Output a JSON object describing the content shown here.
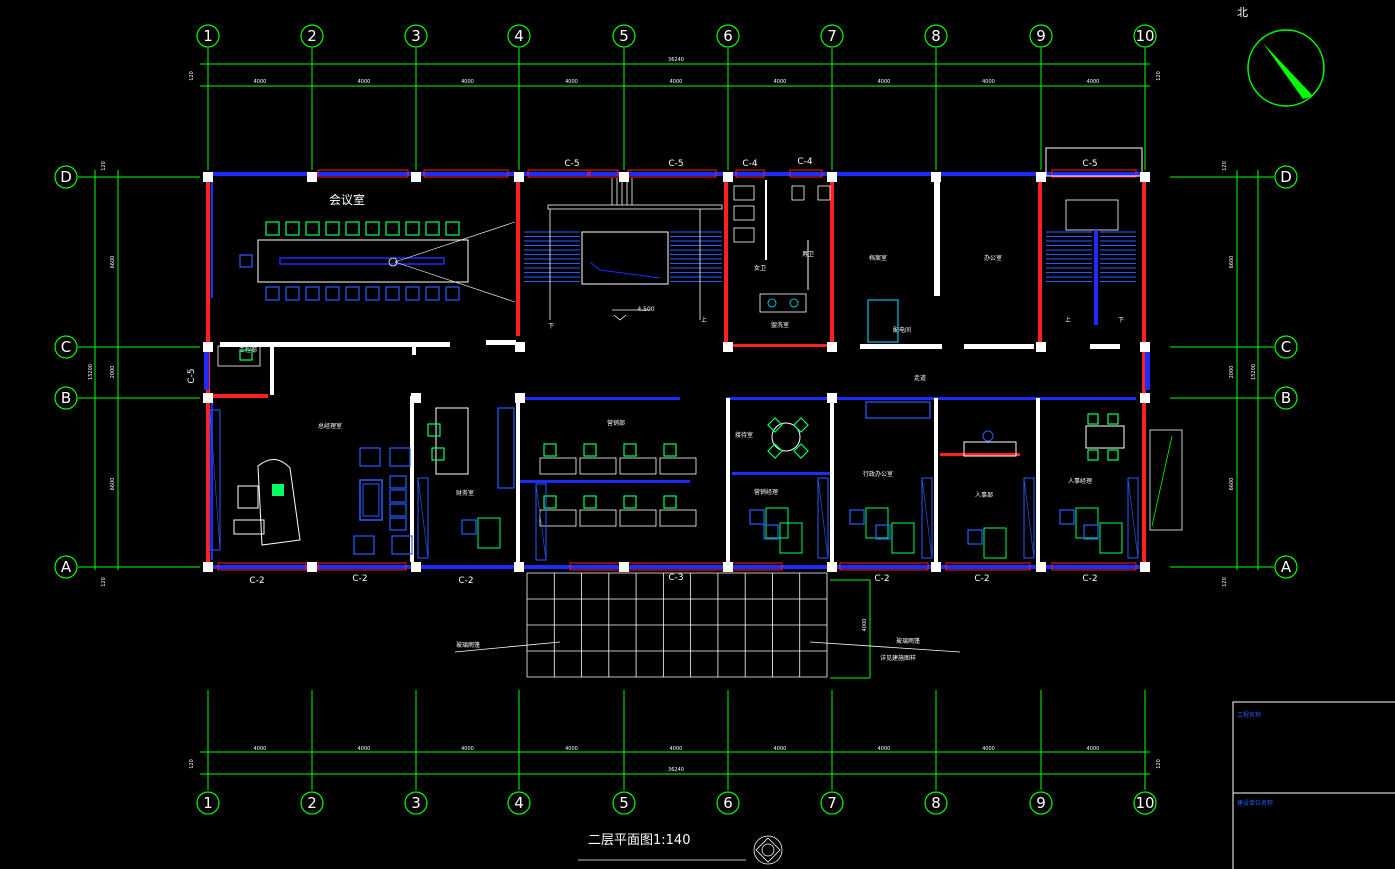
{
  "colors": {
    "background": "#000000",
    "axis_green": "#00ff00",
    "wall_blue": "#1f2cff",
    "frame_red": "#ff2020",
    "furniture_green": "#00ff66",
    "white": "#ffffff",
    "cyan": "#00e5ff"
  },
  "north_label": "北",
  "grid_columns": [
    "1",
    "2",
    "3",
    "4",
    "5",
    "6",
    "7",
    "8",
    "9",
    "10"
  ],
  "grid_rows": [
    "D",
    "C",
    "B",
    "A"
  ],
  "top_dims": {
    "overall": "36240",
    "edge": "120",
    "bays": [
      "4000",
      "4000",
      "4000",
      "4000",
      "4000",
      "4000",
      "4000",
      "4000",
      "4000"
    ]
  },
  "bottom_dims": {
    "overall": "36240",
    "edge": "120",
    "bays": [
      "4000",
      "4000",
      "4000",
      "4000",
      "4000",
      "4000",
      "4000",
      "4000",
      "4000"
    ]
  },
  "side_dims": {
    "top_edge": "120",
    "d_c": "6600",
    "c_b": "2000",
    "b_a": "6600",
    "overall": "15200",
    "bottom_edge": "120"
  },
  "window_tags": {
    "top": [
      "C-5",
      "C-5",
      "C-4",
      "C-4",
      "C-5"
    ],
    "bottom": [
      "C-2",
      "C-2",
      "C-2",
      "C-3",
      "C-2",
      "C-2",
      "C-2"
    ],
    "left": "C-5"
  },
  "rooms": {
    "meeting": "会议室",
    "manager": "总经理室",
    "finance": "财务室",
    "open_office": "营销部",
    "reception": "接待室",
    "sales_mgr": "营销经理",
    "admin": "行政办公室",
    "archive": "档案室",
    "office_a": "办公室",
    "hr": "人事部",
    "engineering": "工程部",
    "hr_mgr": "人事经理",
    "toilet_w": "女卫",
    "toilet_m": "男卫",
    "washroom": "盥洗室",
    "corridor": "走道",
    "small_room": "配电间"
  },
  "stair_marks": {
    "down": "下",
    "up": "上",
    "level": "4.500"
  },
  "annotations": {
    "left_leader": "玻璃雨篷",
    "right_leader": "玻璃雨篷",
    "right_leader_sub": "详见建施图样",
    "canopy_dim": "4000"
  },
  "plan_title": "二层平面图1:140",
  "title_block": {
    "row1": "工程名称",
    "row2": "建设单位名称"
  }
}
